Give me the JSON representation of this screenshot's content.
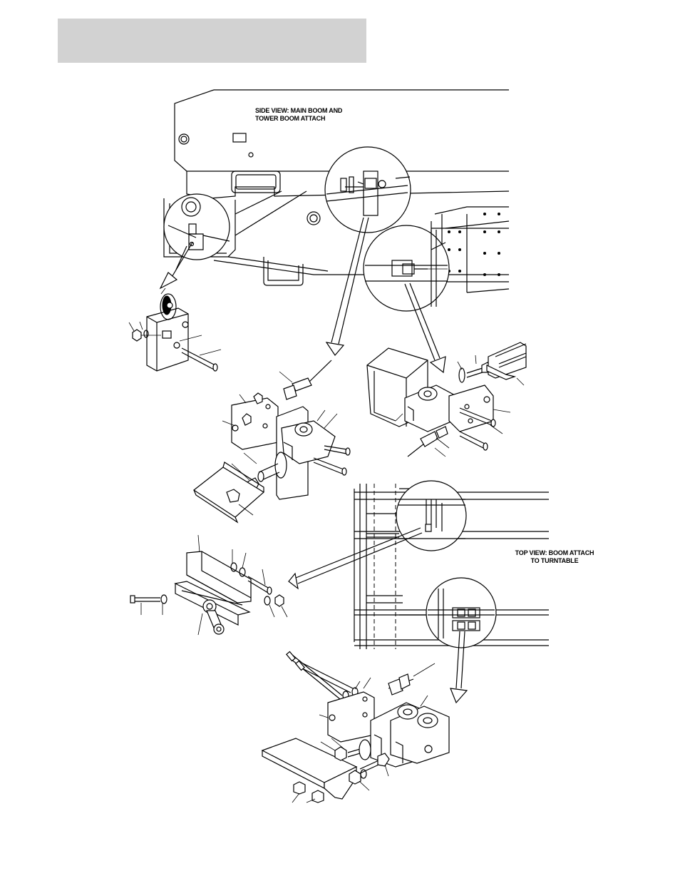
{
  "header": {
    "fill_color": "#d2d2d2"
  },
  "side_view": {
    "title_line1": "SIDE VIEW: MAIN BOOM AND",
    "title_line2": "TOWER BOOM ATTACH"
  },
  "top_view": {
    "title_line1": "TOP VIEW: BOOM ATTACH",
    "title_line2": "TO TURNTABLE"
  }
}
